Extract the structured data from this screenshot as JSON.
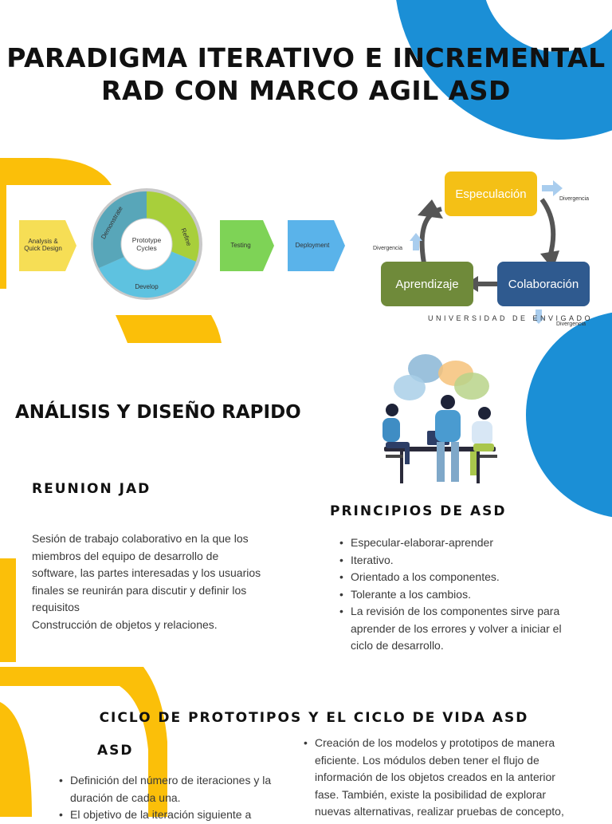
{
  "title": {
    "line1": "PARADIGMA ITERATIVO E INCREMENTAL",
    "line2": "RAD CON MARCO AGIL ASD"
  },
  "rad_diagram": {
    "step1": "Analysis &\nQuick Design",
    "center": "Prototype\nCycles",
    "demonstrate": "Demonstrate",
    "refine": "Refine",
    "develop": "Develop",
    "testing": "Testing",
    "deployment": "Deployment"
  },
  "asd_diagram": {
    "especulacion": "Especulación",
    "colaboracion": "Colaboración",
    "aprendizaje": "Aprendizaje",
    "divergencia": "Divergencia",
    "university": "UNIVERSIDAD DE ENVIGADO"
  },
  "section_analisis": {
    "heading": "ANÁLISIS Y DISEÑO RAPIDO",
    "sub_heading": "REUNION JAD",
    "lines": [
      "Sesión de trabajo colaborativo en la que los",
      "miembros del equipo de desarrollo de",
      "software, las partes interesadas y los usuarios",
      "finales se reunirán para discutir y definir los",
      "requisitos",
      "Construcción de objetos y relaciones."
    ]
  },
  "section_principios": {
    "heading": "PRINCIPIOS DE ASD",
    "items": [
      "Especular-elaborar-aprender",
      "Iterativo.",
      "Orientado a los componentes.",
      "Tolerante a los cambios.",
      "La revisión de los componentes sirve para aprender de los errores y volver a iniciar el ciclo de desarrollo."
    ]
  },
  "section_ciclo": {
    "heading": "CICLO DE PROTOTIPOS Y EL CICLO DE VIDA ASD",
    "asd_heading": "ASD",
    "left_items": [
      "Definición del número de iteraciones y la duración de cada una.",
      "El objetivo de la iteración siguiente a"
    ],
    "right_items": [
      "Creación de los modelos y prototipos de manera eficiente. Los módulos deben tener el flujo de información de los objetos creados en la anterior fase. También, existe la posibilidad de explorar nuevas alternativas, realizar pruebas de concepto,"
    ]
  },
  "colors": {
    "yellow": "#fbbf09",
    "blue": "#1b8fd6",
    "especulacion": "#f4c016",
    "colaboracion": "#2f5a8f",
    "aprendizaje": "#6f8a3a"
  }
}
